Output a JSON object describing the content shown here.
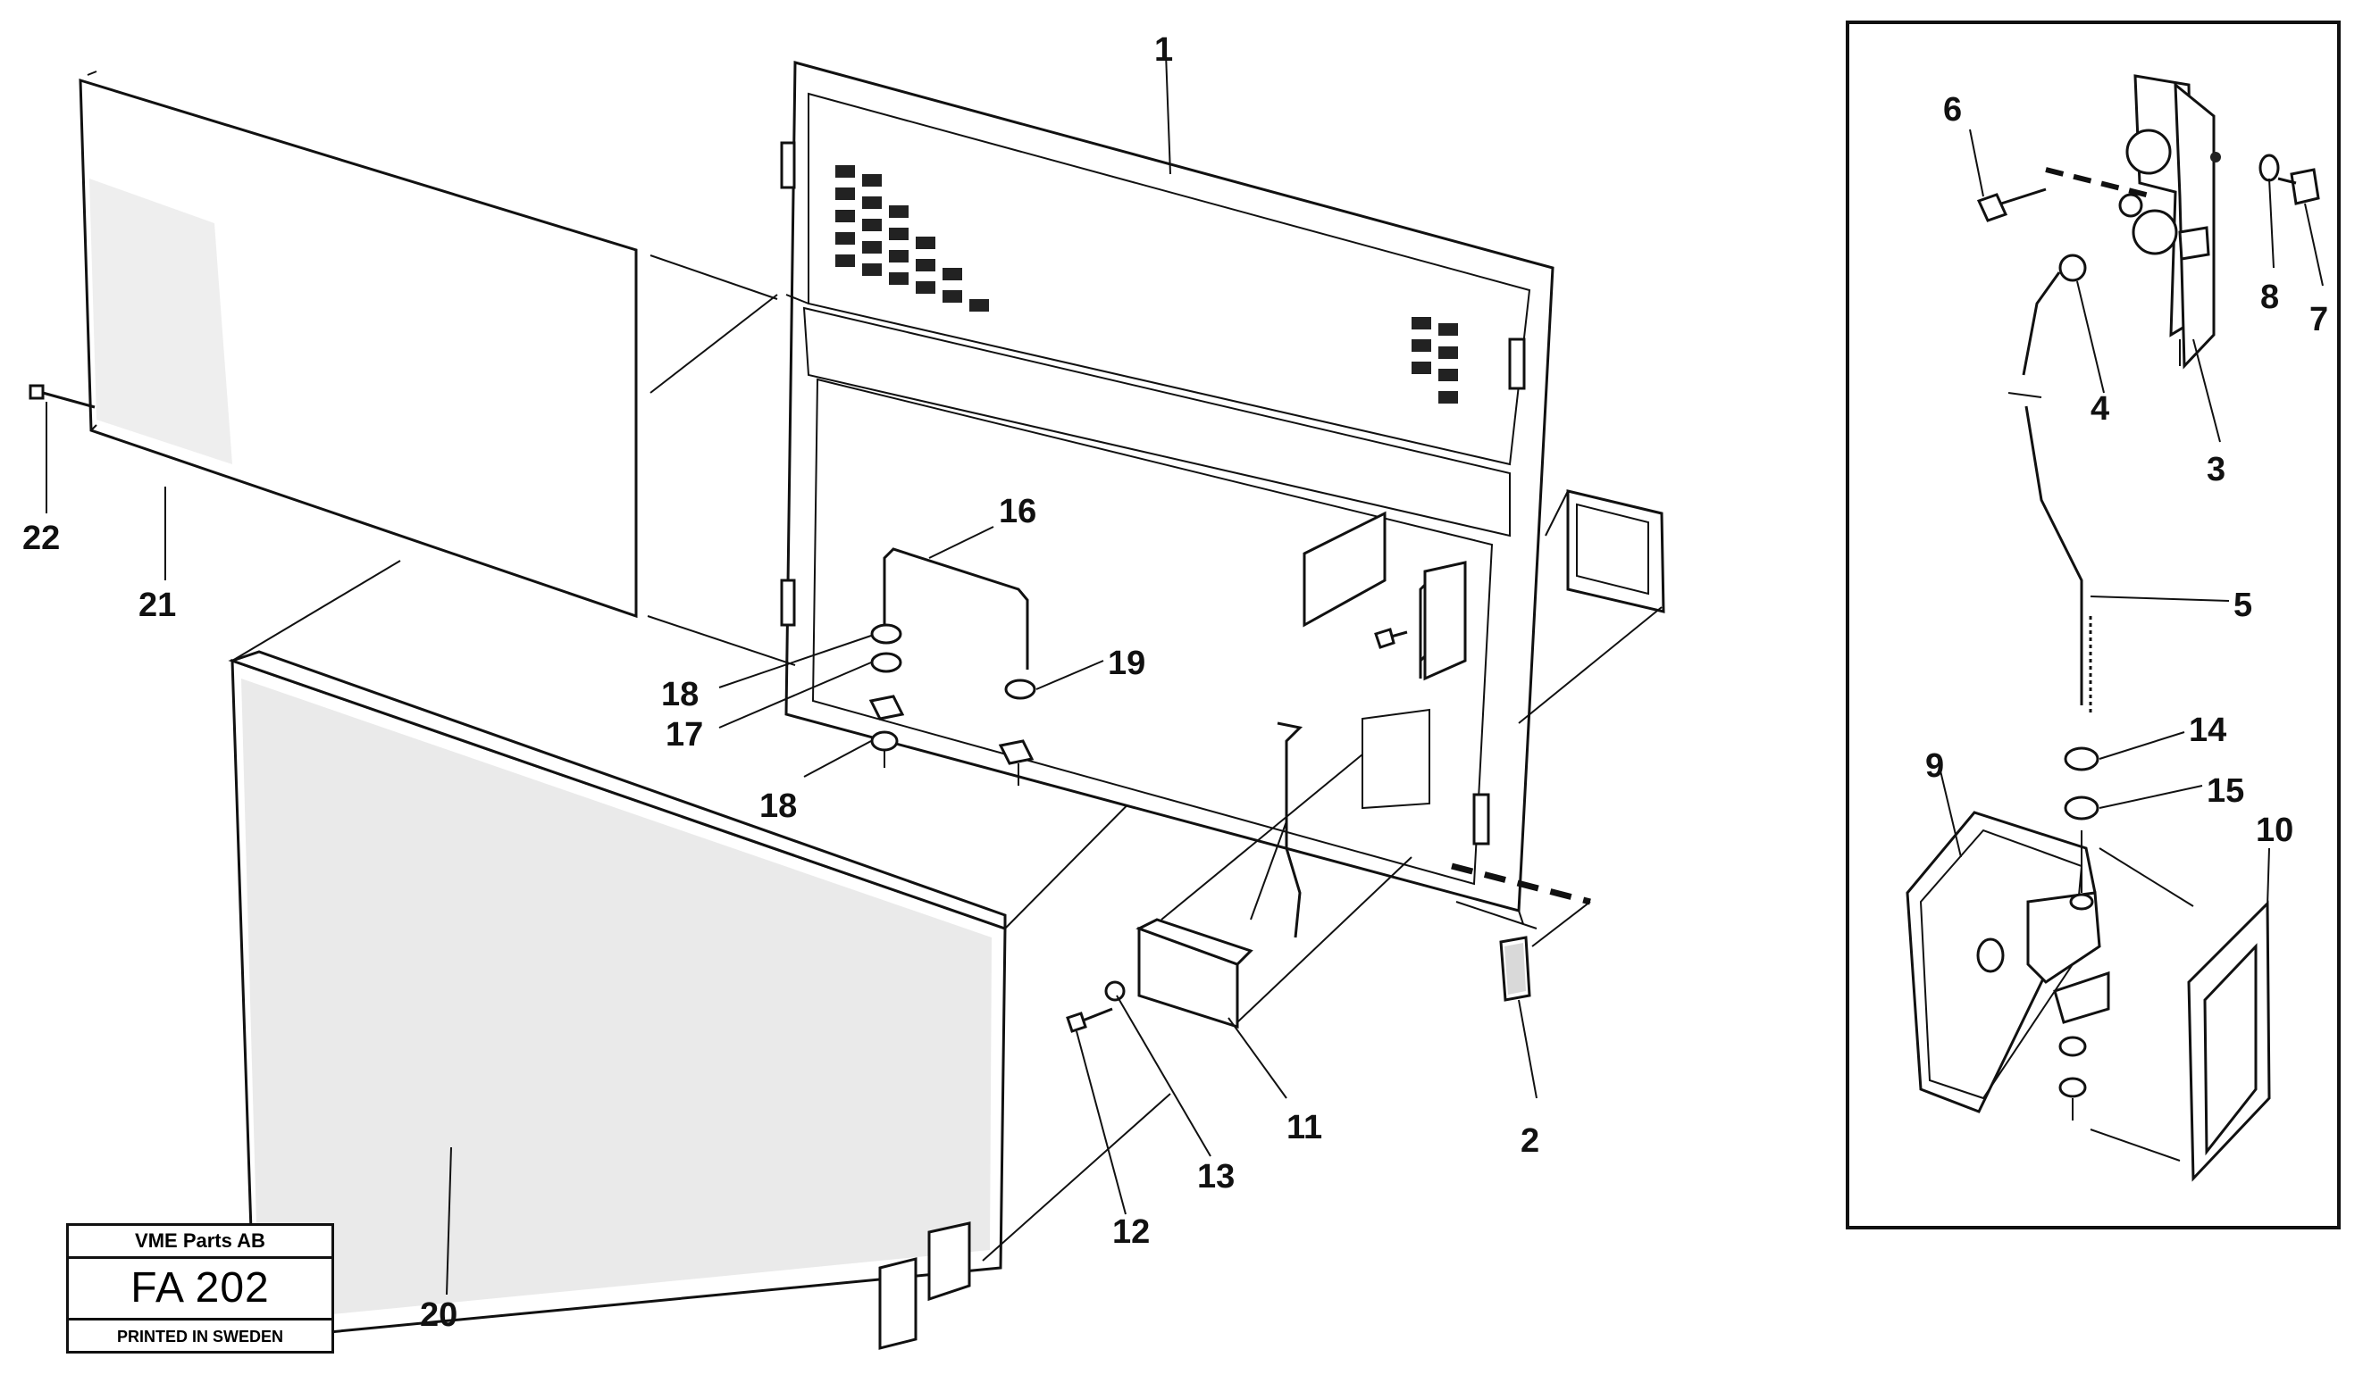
{
  "title_block": {
    "company": "VME Parts AB",
    "code": "FA 202",
    "note": "PRINTED IN SWEDEN"
  },
  "callouts": {
    "c1": "1",
    "c2": "2",
    "c3": "3",
    "c4": "4",
    "c5": "5",
    "c6": "6",
    "c7": "7",
    "c8": "8",
    "c9": "9",
    "c10": "10",
    "c11": "11",
    "c12": "12",
    "c13": "13",
    "c14": "14",
    "c15": "15",
    "c16": "16",
    "c17": "17",
    "c18a": "18",
    "c18b": "18",
    "c19": "19",
    "c20": "20",
    "c21": "21",
    "c22": "22"
  }
}
